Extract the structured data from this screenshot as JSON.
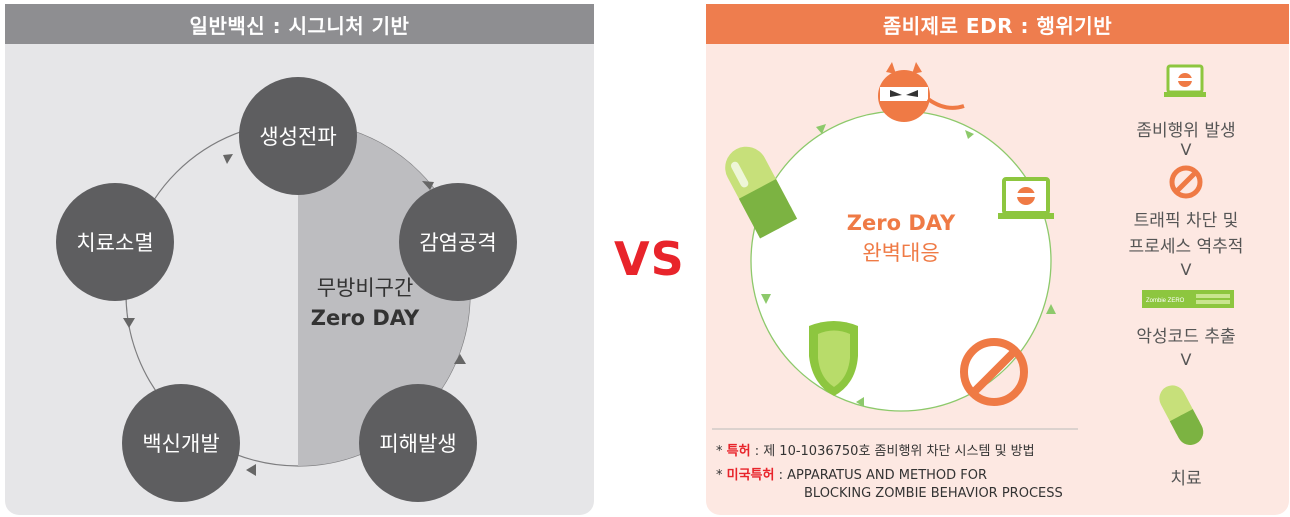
{
  "left": {
    "header": "일반백신 : 시그니처 기반",
    "nodes": {
      "top": "생성전파",
      "right": "감염공격",
      "bottom_right": "피해발생",
      "bottom_left": "백신개발",
      "left": "치료소멸"
    },
    "zone_line1": "무방비구간",
    "zone_line2": "Zero DAY"
  },
  "vs": "VS",
  "right": {
    "header": "좀비제로 EDR : 행위기반",
    "center_line1": "Zero DAY",
    "center_line2": "완벽대응",
    "steps": {
      "detect": "좀비행위 발생",
      "block_line1": "트래픽 차단 및",
      "block_line2": "프로세스 역추적",
      "extract": "악성코드 추출",
      "cure": "치료"
    },
    "device_label": "Zombie ZERO",
    "v_mark": "V",
    "patent_kr_label": "특허",
    "patent_kr_text": ": 제 10-1036750호 좀비행위 차단 시스템 및 방법",
    "patent_us_label": "미국특허",
    "patent_us_line1": ": APPARATUS AND METHOD FOR",
    "patent_us_line2": "BLOCKING ZOMBIE BEHAVIOR PROCESS",
    "bullet": "*"
  },
  "colors": {
    "left_header": "#8e8e91",
    "right_header": "#ee7d4e",
    "node": "#5e5e60",
    "accent_orange": "#ef7a45",
    "green": "#8dc63f",
    "vs_red": "#e8242b"
  }
}
